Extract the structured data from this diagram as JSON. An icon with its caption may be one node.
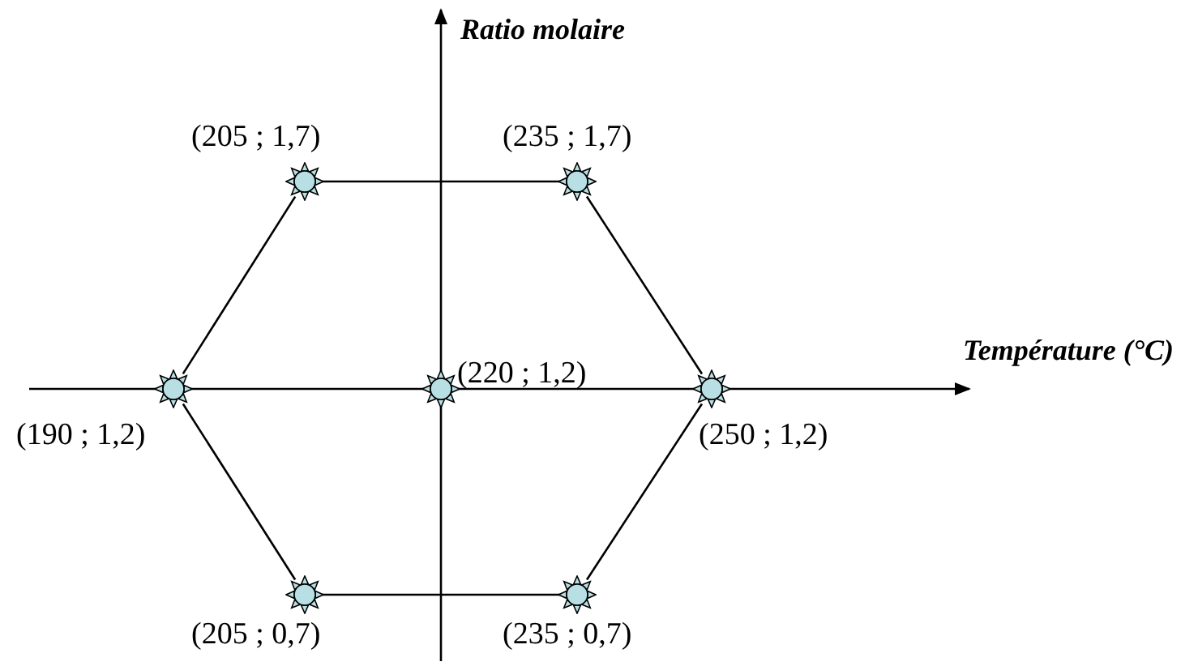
{
  "diagram": {
    "nodes": [
      {
        "text": [],
        "shape": "circle",
        "beside": [
          "(205 ; 1,7)"
        ]
      },
      {
        "text": [],
        "shape": "circle",
        "beside": [
          "(235 ; 1,7)"
        ]
      },
      {
        "text": [],
        "shape": "circle",
        "beside": [
          "(190 ; 1,2)"
        ]
      },
      {
        "text": [],
        "shape": "circle",
        "beside": [
          "(220 ; 1,2)"
        ]
      },
      {
        "text": [],
        "shape": "circle",
        "beside": [
          "(250 ; 1,2)"
        ]
      },
      {
        "text": [],
        "shape": "circle",
        "beside": [
          "(205 ; 0,7)"
        ]
      },
      {
        "text": [],
        "shape": "circle",
        "beside": [
          "(235 ; 0,7)"
        ]
      }
    ],
    "edges": [
      {
        "from": 0,
        "to": 1,
        "arrow": "none"
      },
      {
        "from": 1,
        "to": 4,
        "arrow": "none"
      },
      {
        "from": 4,
        "to": 6,
        "arrow": "none"
      },
      {
        "from": 6,
        "to": 5,
        "arrow": "none"
      },
      {
        "from": 5,
        "to": 2,
        "arrow": "none"
      },
      {
        "from": 2,
        "to": 0,
        "arrow": "none"
      }
    ],
    "labels": [
      "Ratio molaire",
      "Température (°C)"
    ]
  }
}
